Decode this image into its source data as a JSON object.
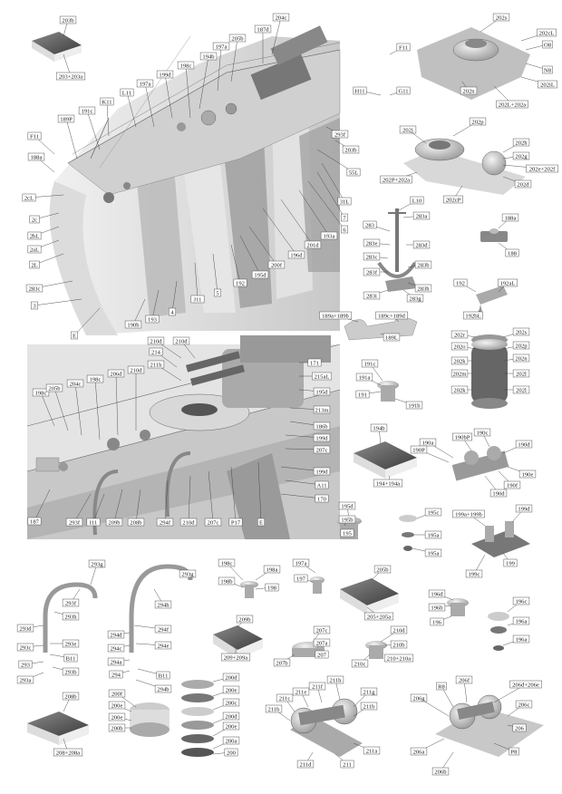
{
  "labels": [
    {
      "id": "l1",
      "text": "203b"
    },
    {
      "id": "l2",
      "text": "203+203a"
    },
    {
      "id": "l3",
      "text": "204c"
    },
    {
      "id": "l4",
      "text": "187d"
    },
    {
      "id": "l5",
      "text": "205b"
    },
    {
      "id": "l6",
      "text": "197a"
    },
    {
      "id": "l7",
      "text": "194b"
    },
    {
      "id": "l8",
      "text": "198c"
    },
    {
      "id": "l9",
      "text": "199d"
    },
    {
      "id": "l10",
      "text": "197a"
    },
    {
      "id": "l11",
      "text": "L11"
    },
    {
      "id": "l12",
      "text": "K11"
    },
    {
      "id": "l13",
      "text": "191c"
    },
    {
      "id": "l14",
      "text": "189P"
    },
    {
      "id": "l15",
      "text": "F11"
    },
    {
      "id": "l16",
      "text": "188a"
    },
    {
      "id": "l17",
      "text": "2cL"
    },
    {
      "id": "l18",
      "text": "2c"
    },
    {
      "id": "l19",
      "text": "2bL"
    },
    {
      "id": "l20",
      "text": "2aL"
    },
    {
      "id": "l21",
      "text": "2L"
    },
    {
      "id": "l22",
      "text": "283c"
    },
    {
      "id": "l23",
      "text": "3"
    },
    {
      "id": "l24",
      "text": "E"
    },
    {
      "id": "l25",
      "text": "190b"
    },
    {
      "id": "l26",
      "text": "193"
    },
    {
      "id": "l27",
      "text": "4"
    },
    {
      "id": "l28",
      "text": "J11"
    },
    {
      "id": "l29",
      "text": "5"
    },
    {
      "id": "l30",
      "text": "192"
    },
    {
      "id": "l31",
      "text": "195d"
    },
    {
      "id": "l32",
      "text": "200f"
    },
    {
      "id": "l33",
      "text": "196d"
    },
    {
      "id": "l34",
      "text": "201d"
    },
    {
      "id": "l35",
      "text": "193a"
    },
    {
      "id": "l36",
      "text": "6"
    },
    {
      "id": "l37",
      "text": "7"
    },
    {
      "id": "l38",
      "text": "31L"
    },
    {
      "id": "l39",
      "text": "55L"
    },
    {
      "id": "l40",
      "text": "203b"
    },
    {
      "id": "l41",
      "text": "293f"
    },
    {
      "id": "l42",
      "text": "F11"
    },
    {
      "id": "l43",
      "text": "H11"
    },
    {
      "id": "l44",
      "text": "G11"
    },
    {
      "id": "l45",
      "text": "202s"
    },
    {
      "id": "l46",
      "text": "202cL"
    },
    {
      "id": "l47",
      "text": "O8"
    },
    {
      "id": "l48",
      "text": "N8"
    },
    {
      "id": "l49",
      "text": "202iL"
    },
    {
      "id": "l50",
      "text": "202L+202a"
    },
    {
      "id": "l51",
      "text": "202n"
    },
    {
      "id": "l52",
      "text": "202j"
    },
    {
      "id": "l53",
      "text": "202p"
    },
    {
      "id": "l54",
      "text": "202h"
    },
    {
      "id": "l55",
      "text": "202g"
    },
    {
      "id": "l56",
      "text": "202e+202f"
    },
    {
      "id": "l57",
      "text": "202d"
    },
    {
      "id": "l58",
      "text": "202P+202a"
    },
    {
      "id": "l59",
      "text": "202cP"
    },
    {
      "id": "l60",
      "text": "L10"
    },
    {
      "id": "l61",
      "text": "283a"
    },
    {
      "id": "l62",
      "text": "283"
    },
    {
      "id": "l63",
      "text": "283e"
    },
    {
      "id": "l64",
      "text": "283d"
    },
    {
      "id": "l65",
      "text": "283c"
    },
    {
      "id": "l66",
      "text": "283f"
    },
    {
      "id": "l67",
      "text": "283b"
    },
    {
      "id": "l68",
      "text": "283h"
    },
    {
      "id": "l69",
      "text": "283i"
    },
    {
      "id": "l70",
      "text": "283g"
    },
    {
      "id": "l71",
      "text": "188a"
    },
    {
      "id": "l72",
      "text": "188"
    },
    {
      "id": "l73",
      "text": "192"
    },
    {
      "id": "l74",
      "text": "192aL"
    },
    {
      "id": "l75",
      "text": "192bL"
    },
    {
      "id": "l76",
      "text": "189a+189b"
    },
    {
      "id": "l77",
      "text": "189c+189d"
    },
    {
      "id": "l78",
      "text": "189L"
    },
    {
      "id": "l79",
      "text": "202r"
    },
    {
      "id": "l80",
      "text": "202s"
    },
    {
      "id": "l81",
      "text": "202o"
    },
    {
      "id": "l82",
      "text": "202p"
    },
    {
      "id": "l83",
      "text": "202k"
    },
    {
      "id": "l84",
      "text": "202n"
    },
    {
      "id": "l85",
      "text": "202m"
    },
    {
      "id": "l86",
      "text": "202l"
    },
    {
      "id": "l87",
      "text": "202k"
    },
    {
      "id": "l88",
      "text": "202l"
    },
    {
      "id": "l89",
      "text": "210d"
    },
    {
      "id": "l90",
      "text": "210d"
    },
    {
      "id": "l91",
      "text": "214"
    },
    {
      "id": "l92",
      "text": "211h"
    },
    {
      "id": "l93",
      "text": "171"
    },
    {
      "id": "l94",
      "text": "215aL"
    },
    {
      "id": "l95",
      "text": "195d"
    },
    {
      "id": "l96",
      "text": "213m"
    },
    {
      "id": "l97",
      "text": "186b"
    },
    {
      "id": "l98",
      "text": "199d"
    },
    {
      "id": "l99",
      "text": "207c"
    },
    {
      "id": "l100",
      "text": "199d"
    },
    {
      "id": "l101",
      "text": "A11"
    },
    {
      "id": "l102",
      "text": "170"
    },
    {
      "id": "l103",
      "text": "198c"
    },
    {
      "id": "l104",
      "text": "205b"
    },
    {
      "id": "l105",
      "text": "204c"
    },
    {
      "id": "l106",
      "text": "198c"
    },
    {
      "id": "l107",
      "text": "206d"
    },
    {
      "id": "l108",
      "text": "210d"
    },
    {
      "id": "l109",
      "text": "187"
    },
    {
      "id": "l110",
      "text": "293f"
    },
    {
      "id": "l111",
      "text": "I11"
    },
    {
      "id": "l112",
      "text": "209b"
    },
    {
      "id": "l113",
      "text": "208b"
    },
    {
      "id": "l114",
      "text": "294f"
    },
    {
      "id": "l115",
      "text": "210d"
    },
    {
      "id": "l116",
      "text": "207c"
    },
    {
      "id": "l117",
      "text": "P17"
    },
    {
      "id": "l118",
      "text": "E"
    },
    {
      "id": "l119",
      "text": "191c"
    },
    {
      "id": "l120",
      "text": "191a"
    },
    {
      "id": "l121",
      "text": "191"
    },
    {
      "id": "l122",
      "text": "191b"
    },
    {
      "id": "l123",
      "text": "194b"
    },
    {
      "id": "l124",
      "text": "194+194a"
    },
    {
      "id": "l125",
      "text": "190a"
    },
    {
      "id": "l126",
      "text": "190bP"
    },
    {
      "id": "l127",
      "text": "190c"
    },
    {
      "id": "l128",
      "text": "190d"
    },
    {
      "id": "l129",
      "text": "190P"
    },
    {
      "id": "l130",
      "text": "190e"
    },
    {
      "id": "l131",
      "text": "190f"
    },
    {
      "id": "l132",
      "text": "190d"
    },
    {
      "id": "l133",
      "text": "195d"
    },
    {
      "id": "l134",
      "text": "195b"
    },
    {
      "id": "l135",
      "text": "195"
    },
    {
      "id": "l136",
      "text": "195c"
    },
    {
      "id": "l137",
      "text": "195a"
    },
    {
      "id": "l138",
      "text": "195a"
    },
    {
      "id": "l139",
      "text": "199a+199b"
    },
    {
      "id": "l140",
      "text": "199d"
    },
    {
      "id": "l141",
      "text": "199c"
    },
    {
      "id": "l142",
      "text": "199"
    },
    {
      "id": "l143",
      "text": "293g"
    },
    {
      "id": "l144",
      "text": "293f"
    },
    {
      "id": "l145",
      "text": "293h"
    },
    {
      "id": "l146",
      "text": "293d"
    },
    {
      "id": "l147",
      "text": "293c"
    },
    {
      "id": "l148",
      "text": "293e"
    },
    {
      "id": "l149",
      "text": "B11"
    },
    {
      "id": "l150",
      "text": "293"
    },
    {
      "id": "l151",
      "text": "293b"
    },
    {
      "id": "l152",
      "text": "293a"
    },
    {
      "id": "l153",
      "text": "293g"
    },
    {
      "id": "l154",
      "text": "294h"
    },
    {
      "id": "l155",
      "text": "294f"
    },
    {
      "id": "l156",
      "text": "294d"
    },
    {
      "id": "l157",
      "text": "294c"
    },
    {
      "id": "l158",
      "text": "294e"
    },
    {
      "id": "l159",
      "text": "294a"
    },
    {
      "id": "l160",
      "text": "294"
    },
    {
      "id": "l161",
      "text": "B11"
    },
    {
      "id": "l162",
      "text": "294b"
    },
    {
      "id": "l163",
      "text": "198c"
    },
    {
      "id": "l164",
      "text": "198a"
    },
    {
      "id": "l165",
      "text": "198b"
    },
    {
      "id": "l166",
      "text": "198"
    },
    {
      "id": "l167",
      "text": "197a"
    },
    {
      "id": "l168",
      "text": "197"
    },
    {
      "id": "l169",
      "text": "205b"
    },
    {
      "id": "l170",
      "text": "205+205a"
    },
    {
      "id": "l171",
      "text": "209b"
    },
    {
      "id": "l172",
      "text": "209+209a"
    },
    {
      "id": "l173",
      "text": "207c"
    },
    {
      "id": "l174",
      "text": "207a"
    },
    {
      "id": "l175",
      "text": "207b"
    },
    {
      "id": "l176",
      "text": "207"
    },
    {
      "id": "l177",
      "text": "210d"
    },
    {
      "id": "l178",
      "text": "210b"
    },
    {
      "id": "l179",
      "text": "210c"
    },
    {
      "id": "l180",
      "text": "210+210a"
    },
    {
      "id": "l181",
      "text": "196d"
    },
    {
      "id": "l182",
      "text": "196b"
    },
    {
      "id": "l183",
      "text": "196"
    },
    {
      "id": "l184",
      "text": "196c"
    },
    {
      "id": "l185",
      "text": "196a"
    },
    {
      "id": "l186",
      "text": "196a"
    },
    {
      "id": "l187",
      "text": "200d"
    },
    {
      "id": "l188",
      "text": "200e"
    },
    {
      "id": "l189",
      "text": "200c"
    },
    {
      "id": "l190",
      "text": "200d"
    },
    {
      "id": "l191",
      "text": "200e"
    },
    {
      "id": "l192",
      "text": "200a"
    },
    {
      "id": "l193",
      "text": "200"
    },
    {
      "id": "l194",
      "text": "200f"
    },
    {
      "id": "l195",
      "text": "200e"
    },
    {
      "id": "l196",
      "text": "200e"
    },
    {
      "id": "l197",
      "text": "200b"
    },
    {
      "id": "l198",
      "text": "208b"
    },
    {
      "id": "l199",
      "text": "208+208a"
    },
    {
      "id": "l200",
      "text": "211h"
    },
    {
      "id": "l201",
      "text": "211f"
    },
    {
      "id": "l202",
      "text": "211e"
    },
    {
      "id": "l203",
      "text": "211c"
    },
    {
      "id": "l204",
      "text": "211b"
    },
    {
      "id": "l205",
      "text": "211g"
    },
    {
      "id": "l206",
      "text": "211b"
    },
    {
      "id": "l207",
      "text": "211a"
    },
    {
      "id": "l208",
      "text": "211d"
    },
    {
      "id": "l209",
      "text": "211"
    },
    {
      "id": "l210",
      "text": "206f"
    },
    {
      "id": "l211",
      "text": "R8"
    },
    {
      "id": "l212",
      "text": "206d+206e"
    },
    {
      "id": "l213",
      "text": "206g"
    },
    {
      "id": "l214",
      "text": "206c"
    },
    {
      "id": "l215",
      "text": "206"
    },
    {
      "id": "l216",
      "text": "206a"
    },
    {
      "id": "l217",
      "text": "P8"
    },
    {
      "id": "l218",
      "text": "206b"
    }
  ]
}
